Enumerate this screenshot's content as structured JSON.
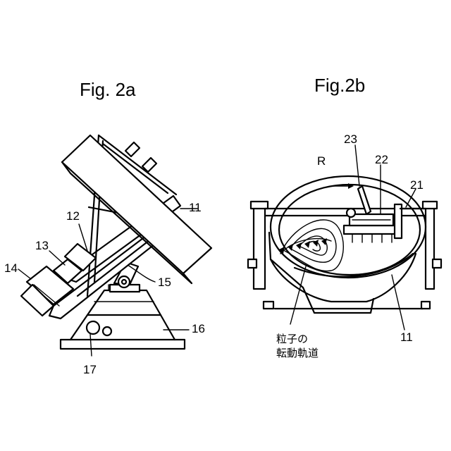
{
  "fig_a": {
    "title": "Fig. 2a",
    "labels": {
      "l11": "11",
      "l12": "12",
      "l13": "13",
      "l14": "14",
      "l15": "15",
      "l16": "16",
      "l17": "17"
    }
  },
  "fig_b": {
    "title": "Fig.2b",
    "labels": {
      "l23": "23",
      "l22": "22",
      "l21": "21",
      "lR": "R",
      "l11": "11"
    },
    "caption_line1": "粒子の",
    "caption_line2": "転動軌道"
  }
}
